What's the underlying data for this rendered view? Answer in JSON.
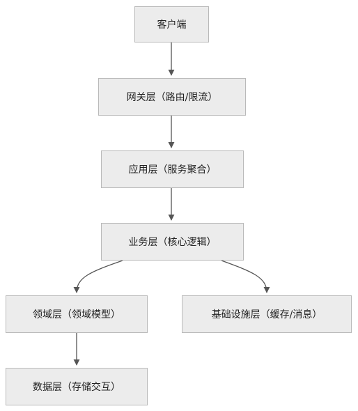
{
  "nodes": {
    "client": "客户端",
    "gateway": "网关层（路由/限流）",
    "app": "应用层（服务聚合）",
    "business": "业务层（核心逻辑）",
    "domain": "领域层（领域模型）",
    "infrastructure": "基础设施层（缓存/消息）",
    "data": "数据层（存储交互）"
  },
  "edges": [
    {
      "from": "client",
      "to": "gateway"
    },
    {
      "from": "gateway",
      "to": "app"
    },
    {
      "from": "app",
      "to": "business"
    },
    {
      "from": "business",
      "to": "domain"
    },
    {
      "from": "business",
      "to": "infrastructure"
    },
    {
      "from": "domain",
      "to": "data"
    }
  ],
  "colors": {
    "node_fill": "#ececec",
    "node_border": "#b9b9b9",
    "edge": "#555555",
    "text": "#222222"
  }
}
